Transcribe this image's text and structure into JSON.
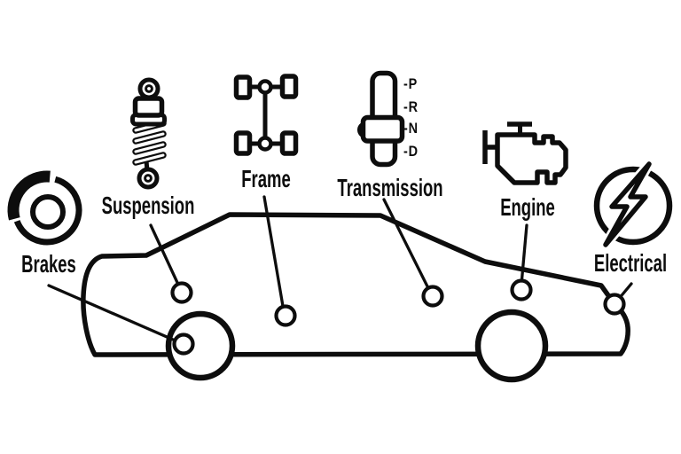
{
  "diagram": {
    "name": "Car systems diagram",
    "background_color": "#ffffff",
    "line_color": "#0d0d0d",
    "parts": [
      {
        "id": "brakes",
        "label": "Brakes",
        "icon": "brake-disc-icon"
      },
      {
        "id": "suspension",
        "label": "Suspension",
        "icon": "shock-absorber-icon"
      },
      {
        "id": "frame",
        "label": "Frame",
        "icon": "chassis-icon"
      },
      {
        "id": "transmission",
        "label": "Transmission",
        "icon": "gear-shifter-icon"
      },
      {
        "id": "engine",
        "label": "Engine",
        "icon": "engine-icon"
      },
      {
        "id": "electrical",
        "label": "Electrical",
        "icon": "lightning-bolt-icon"
      }
    ],
    "gear_indicator": [
      "-P",
      "-R",
      "-N",
      "-D"
    ]
  }
}
